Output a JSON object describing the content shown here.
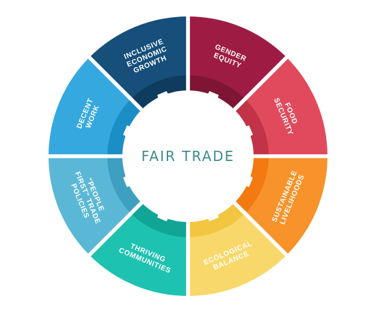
{
  "title": "FAIR TRADE",
  "segments": [
    {
      "key": "gender-equity",
      "lines": [
        "GENDER",
        "EQUITY"
      ],
      "color": "#9e1c44",
      "inner_color": "#7e1535"
    },
    {
      "key": "food-security",
      "lines": [
        "FOOD",
        "SECURITY"
      ],
      "color": "#e04a5c",
      "inner_color": "#c23347"
    },
    {
      "key": "sustainable-livelihoods",
      "lines": [
        "SUSTAINABLE",
        "LIVELIHOODS"
      ],
      "color": "#f7932a",
      "inner_color": "#f27a10"
    },
    {
      "key": "ecological-balance",
      "lines": [
        "ECOLOGICAL",
        "BALANCE"
      ],
      "color": "#f8d86a",
      "inner_color": "#f2c640"
    },
    {
      "key": "thriving-communities",
      "lines": [
        "THRIVING",
        "COMMUNITIES"
      ],
      "color": "#1ec2b0",
      "inner_color": "#10a595"
    },
    {
      "key": "people-first-trade-policies",
      "lines": [
        "\"PEOPLE",
        "FIRST\" TRADE",
        "POLICIES"
      ],
      "color": "#5ab8d6",
      "inner_color": "#3e9fc0"
    },
    {
      "key": "decent-work",
      "lines": [
        "DECENT",
        "WORK"
      ],
      "color": "#36a8e0",
      "inner_color": "#1c8ec6"
    },
    {
      "key": "inclusive-economic-growth",
      "lines": [
        "INCLUSIVE",
        "ECONOMIC",
        "GROWTH"
      ],
      "color": "#154f7a",
      "inner_color": "#0f3c5e"
    }
  ]
}
